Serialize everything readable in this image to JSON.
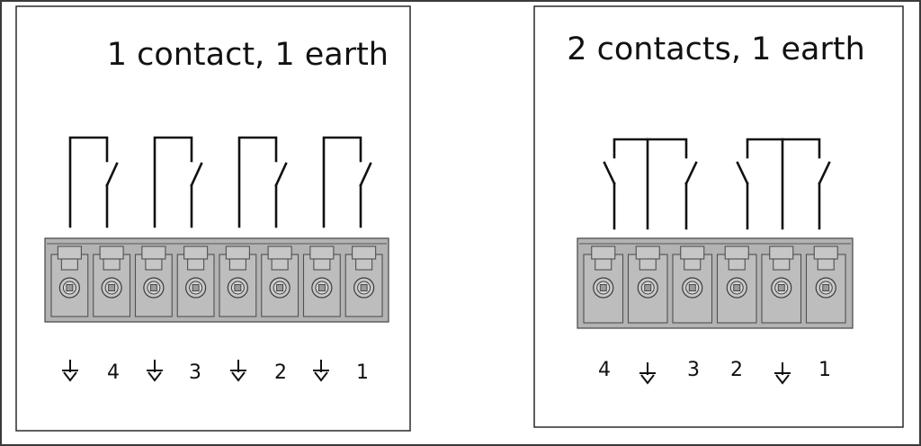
{
  "panels": [
    {
      "title": "1 contact, 1 earth",
      "pin_labels": [
        "earth",
        "4",
        "earth",
        "3",
        "earth",
        "2",
        "earth",
        "1"
      ]
    },
    {
      "title": "2 contacts, 1 earth",
      "pin_labels": [
        "4",
        "earth",
        "3",
        "2",
        "earth",
        "1"
      ]
    }
  ],
  "symbols": {
    "earth": "earth-ground-icon"
  }
}
